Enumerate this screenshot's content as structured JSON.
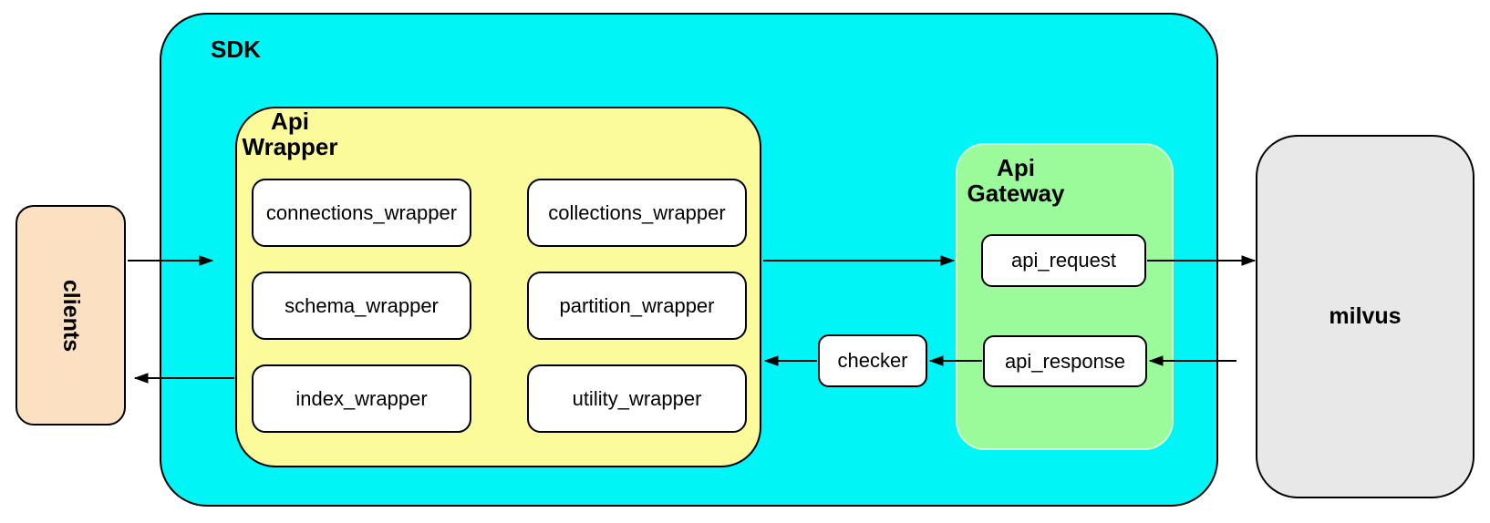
{
  "colors": {
    "sdk": "#00f6f6",
    "api_wrapper": "#fbfb9b",
    "api_gateway": "#9bfb9b",
    "clients": "#fbe0c2",
    "milvus": "#e8e8e8",
    "node": "#ffffff",
    "border": "#000000"
  },
  "nodes": {
    "clients": {
      "label": "clients"
    },
    "sdk": {
      "label": "SDK"
    },
    "api_wrapper": {
      "label": "Api\nWrapper",
      "children": [
        "connections_wrapper",
        "collections_wrapper",
        "schema_wrapper",
        "partition_wrapper",
        "index_wrapper",
        "utility_wrapper"
      ]
    },
    "checker": {
      "label": "checker"
    },
    "api_gateway": {
      "label": "Api\nGateway",
      "children": [
        "api_request",
        "api_response"
      ]
    },
    "milvus": {
      "label": "milvus"
    }
  },
  "edges": [
    {
      "from": "clients",
      "to": "SDK"
    },
    {
      "from": "Api Wrapper",
      "to": "Api Gateway"
    },
    {
      "from": "api_request",
      "to": "milvus"
    },
    {
      "from": "milvus",
      "to": "api_response"
    },
    {
      "from": "api_response",
      "to": "checker"
    },
    {
      "from": "checker",
      "to": "Api Wrapper"
    },
    {
      "from": "Api Wrapper",
      "to": "clients"
    }
  ]
}
